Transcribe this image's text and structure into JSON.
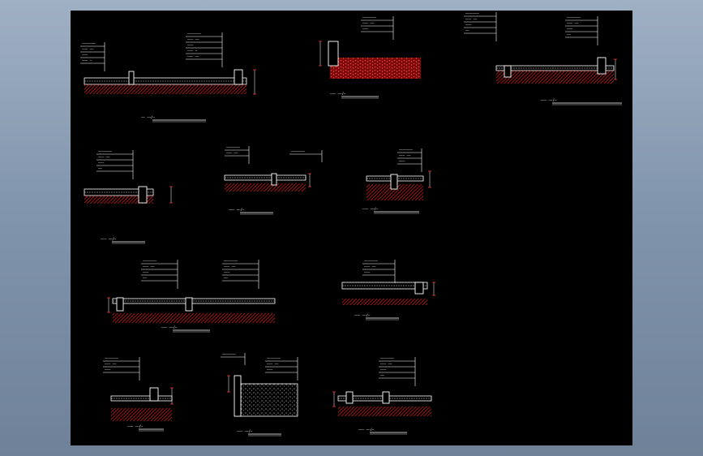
{
  "viewport": {
    "background": "#000000",
    "frame_gradient": [
      "#9fb0c4",
      "#6e8198"
    ]
  },
  "colors": {
    "hatch": "#e0201e",
    "line": "#ffffff",
    "dim": "#ff3030",
    "label_box": "#ffffff",
    "title_underline": "#ffffff"
  },
  "drawing": {
    "details": [
      {
        "id": "d1",
        "title": "—— ——/—",
        "labels": [
          "———————",
          "——— ——",
          "———",
          "——— —",
          "——— ——"
        ]
      },
      {
        "id": "d2",
        "title": "——— ——/—",
        "labels": [
          "———————",
          "——— ——",
          "———"
        ]
      },
      {
        "id": "d3",
        "title": "——— ——/—",
        "labels": [
          "———————",
          "——— ——",
          "———",
          "——"
        ]
      },
      {
        "id": "d4",
        "title": "——— ——/—",
        "labels": [
          "———————",
          "——— ——",
          "———",
          "——"
        ]
      },
      {
        "id": "d5",
        "title": "——— ——/—",
        "labels": [
          "———————",
          "——— ——"
        ]
      },
      {
        "id": "d6",
        "title": "——— ——/—",
        "labels": [
          "———————",
          "——— ——",
          "———"
        ]
      },
      {
        "id": "d7",
        "title": "——— ——/—",
        "labels": [
          "———————",
          "——— ——",
          "———",
          "——"
        ]
      },
      {
        "id": "d8",
        "title": "——— ——/—",
        "labels": [
          "———————",
          "——— ——",
          "———"
        ]
      },
      {
        "id": "d9",
        "title": "——— ——/—",
        "labels": [
          "———————",
          "——— ——",
          "———"
        ]
      },
      {
        "id": "d10",
        "title": "——— ——/—",
        "labels": [
          "———————",
          "——— ——",
          "———"
        ]
      },
      {
        "id": "d11",
        "title": "——— ——/—",
        "labels": [
          "———————",
          "——— ——",
          "———",
          "——"
        ]
      }
    ]
  }
}
